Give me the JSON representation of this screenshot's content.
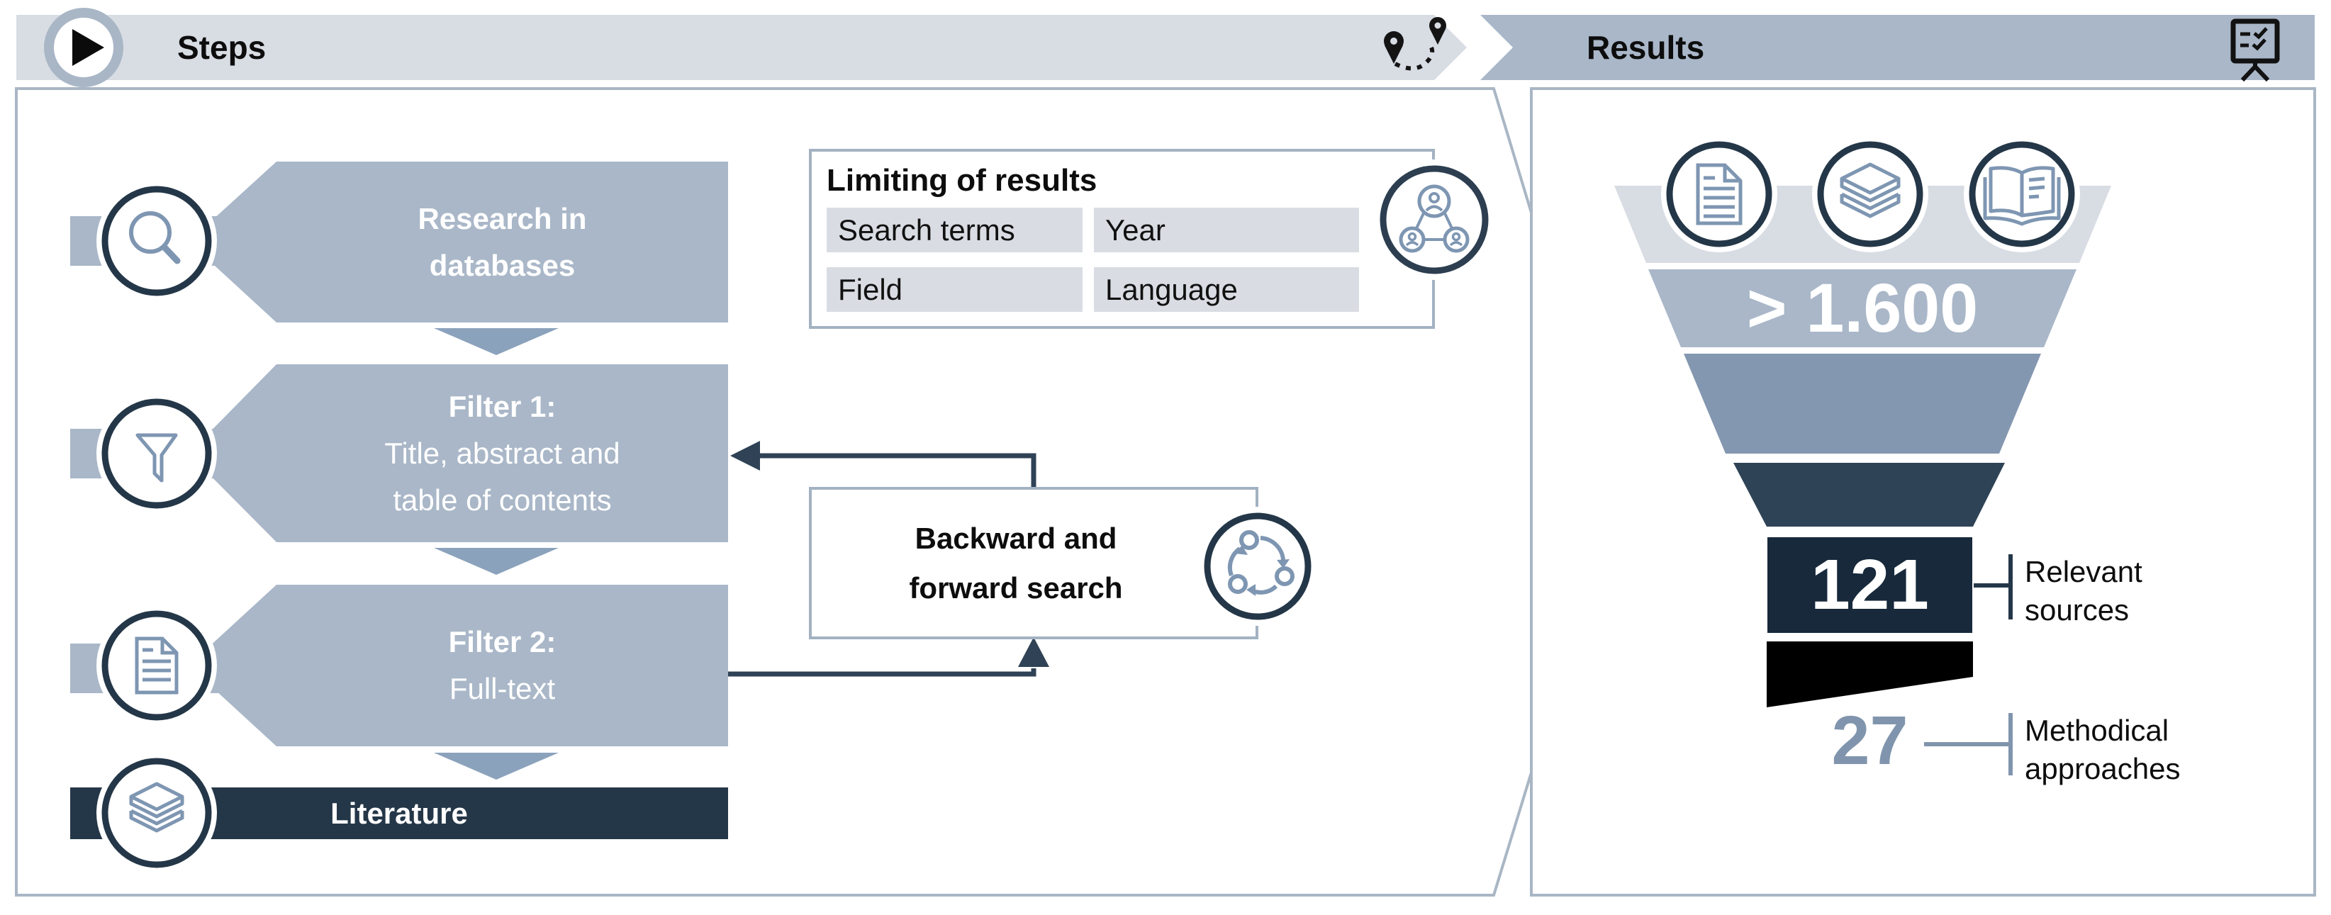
{
  "left_panel": {
    "header": {
      "title": "Steps",
      "icons": [
        "play-icon",
        "route-icon"
      ]
    },
    "steps": [
      {
        "title": "Research in databases",
        "subtitle": "",
        "icon": "search-icon"
      },
      {
        "title": "Filter 1:",
        "subtitle": "Title, abstract and table of contents",
        "icon": "filter-icon"
      },
      {
        "title": "Filter 2:",
        "subtitle": "Full-text",
        "icon": "document-icon"
      },
      {
        "title": "Literature",
        "subtitle": "",
        "icon": "books-icon"
      }
    ],
    "limiting_box": {
      "title": "Limiting of results",
      "cells": [
        "Search terms",
        "Year",
        "Field",
        "Language"
      ],
      "icon": "people-network-icon"
    },
    "search_box": {
      "title": "Backward and forward search",
      "icon": "cycle-icon"
    }
  },
  "right_panel": {
    "header": {
      "title": "Results",
      "icons": [
        "presentation-board-icon"
      ]
    },
    "funnel": {
      "icons": [
        "document-icon",
        "books-icon",
        "open-book-icon"
      ],
      "stage_counts": [
        "> 1.600",
        "121",
        "27"
      ],
      "top_count": "> 1.600",
      "relevant_count": "121",
      "methodical_count": "27",
      "relevant_label": "Relevant sources",
      "methodical_label": "Methodical approaches"
    }
  },
  "colors": {
    "light_gray": "#d8dce3",
    "blue_gray": "#a9b7c8",
    "arrow_blue": "#8ba2bc",
    "medium_blue": "#8497b0",
    "slate": "#2e4356",
    "dark_navy": "#17293b",
    "ring_navy": "#243748",
    "icon_blue": "#7e96b2",
    "border_silver": "#a9b6c4",
    "black_band": "#000000"
  }
}
